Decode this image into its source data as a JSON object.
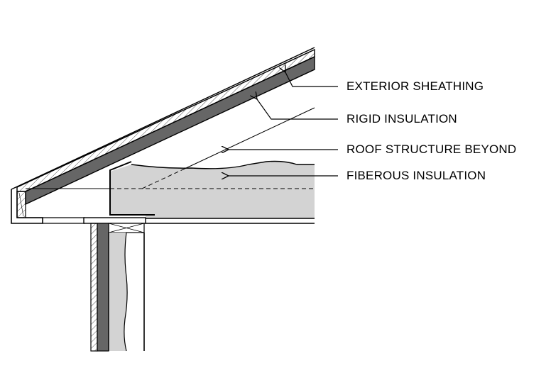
{
  "diagram": {
    "colors": {
      "ink": "#000000",
      "rigid_insulation": "#666666",
      "fiberous_insulation": "#d3d3d3",
      "background": "#ffffff"
    },
    "callouts": [
      {
        "id": "exterior-sheathing",
        "label": "EXTERIOR SHEATHING"
      },
      {
        "id": "rigid-insulation",
        "label": "RIGID INSULATION"
      },
      {
        "id": "roof-structure-beyond",
        "label": "ROOF STRUCTURE BEYOND"
      },
      {
        "id": "fiberous-insulation",
        "label": "FIBEROUS INSULATION"
      }
    ]
  }
}
